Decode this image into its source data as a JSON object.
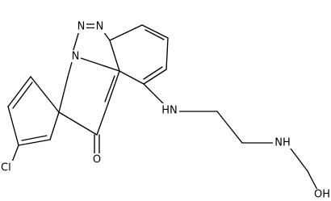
{
  "molecule": {
    "atoms": {
      "n1": "N",
      "n2": "N",
      "n3": "N",
      "cl": "Cl",
      "o": "O",
      "nh1": "HN",
      "nh2": "NH",
      "oh": "OH"
    }
  }
}
